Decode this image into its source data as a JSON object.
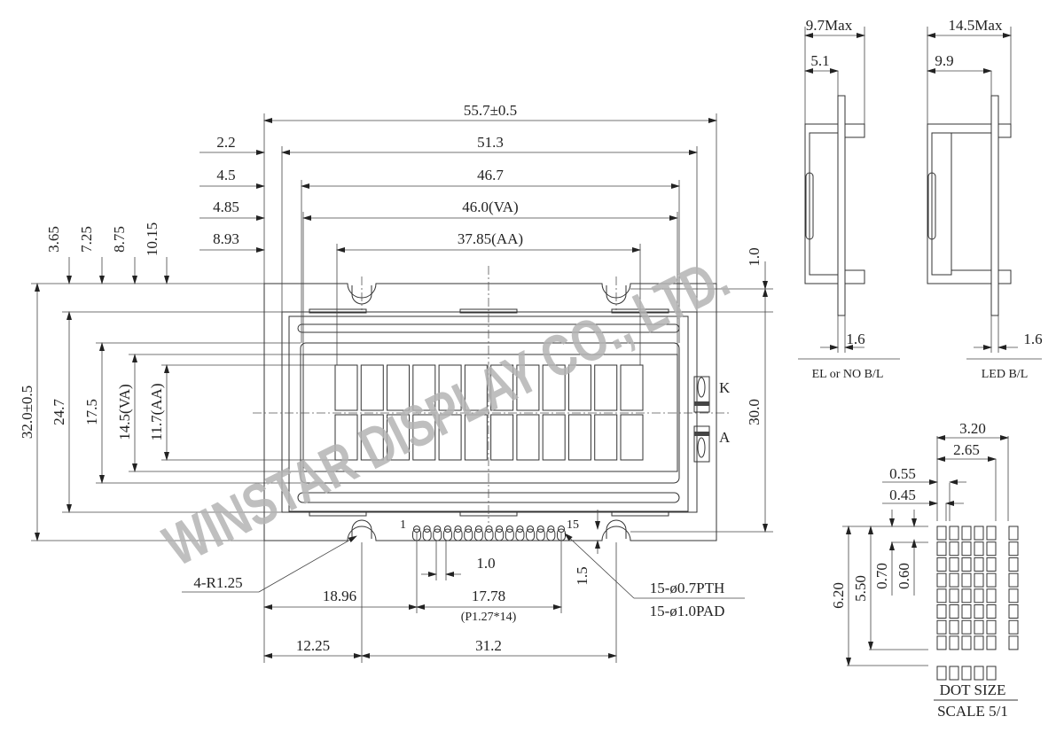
{
  "watermark": "WINSTAR DISPLAY CO., LTD.",
  "front_view": {
    "top_dims": {
      "overall_width": "55.7±0.5",
      "bezel_offset": "2.2",
      "bezel_width": "51.3",
      "window_offset": "4.5",
      "window_width": "46.7",
      "va_offset": "4.85",
      "va_width": "46.0(VA)",
      "aa_offset": "8.93",
      "aa_width": "37.85(AA)"
    },
    "left_dims": {
      "d1": "3.65",
      "d2": "7.25",
      "d3": "8.75",
      "d4": "10.15",
      "overall_height": "32.0±0.5",
      "bezel_height": "24.7",
      "window_height": "17.5",
      "va_height": "14.5(VA)",
      "aa_height": "11.7(AA)"
    },
    "right_dims": {
      "top_margin": "1.0",
      "hole_pitch_v": "30.0"
    },
    "backlight_pins": {
      "k": "K",
      "a": "A"
    },
    "pin_labels": {
      "first": "1",
      "last": "15"
    },
    "bottom_dims": {
      "corner_radius": "4-R1.25",
      "pin_gap": "1.0",
      "pin_to_edge": "1.5",
      "pth": "15-ø0.7PTH",
      "pad": "15-ø1.0PAD",
      "pin1_offset": "18.96",
      "pin_span": "17.78",
      "pin_pitch": "(P1.27*14)",
      "hole_offset": "12.25",
      "hole_pitch_h": "31.2"
    },
    "characters": {
      "columns": 12,
      "rows": 2
    },
    "pin_count": 15
  },
  "side_views": [
    {
      "max": "9.7Max",
      "depth": "5.1",
      "pcb": "1.6",
      "caption": "EL or NO B/L"
    },
    {
      "max": "14.5Max",
      "depth": "9.9",
      "pcb": "1.6",
      "caption": "LED B/L"
    }
  ],
  "dot_size": {
    "char_pitch": "3.20",
    "char_width": "2.65",
    "dot_pitch_w": "0.55",
    "dot_w": "0.45",
    "dot_pitch_h": "0.70",
    "dot_h": "0.60",
    "char_height": "5.50",
    "char_pitch_v": "6.20",
    "title": "DOT SIZE",
    "scale": "SCALE 5/1",
    "dot_columns": 5,
    "dot_rows": 8
  }
}
